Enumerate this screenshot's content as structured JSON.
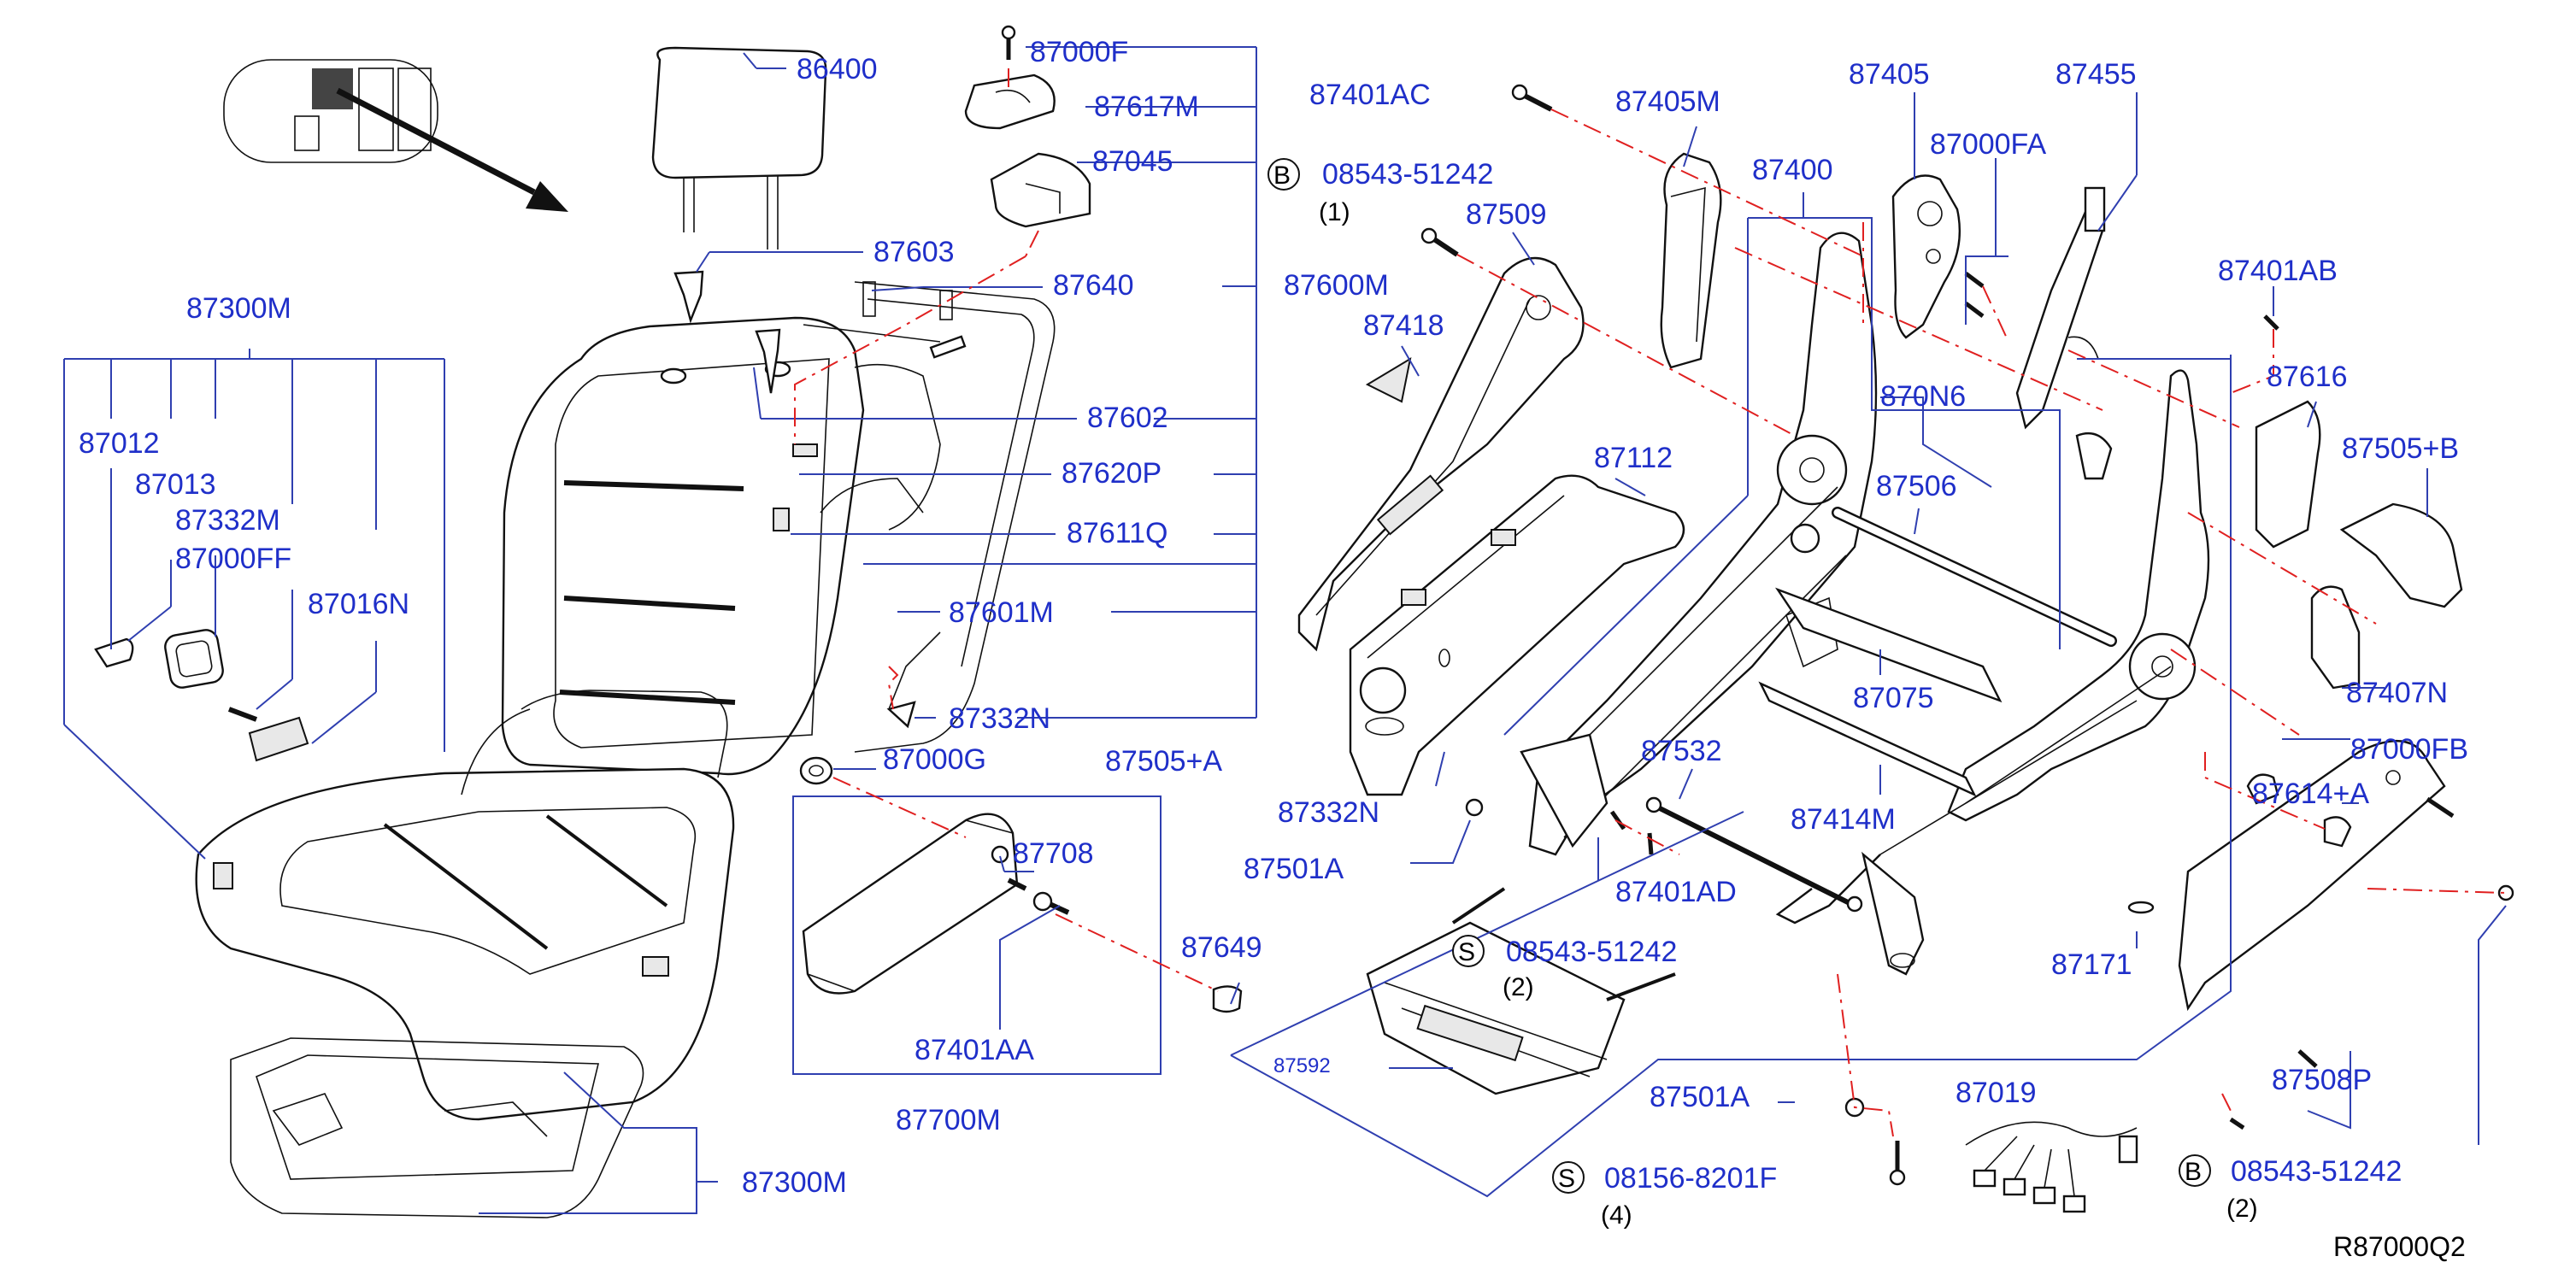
{
  "diagram": {
    "reference_code": "R87000Q2",
    "colors": {
      "label": "#1f2fc9",
      "leader": "#2f3fb0",
      "dashed": "#e02020",
      "outline": "#111111"
    },
    "labels": {
      "p86400": "86400",
      "p87000F": "87000F",
      "p87617M": "87617M",
      "p87045": "87045",
      "p87603": "87603",
      "p87640": "87640",
      "p87600M": "87600M",
      "p87602": "87602",
      "p87620P": "87620P",
      "p87611Q": "87611Q",
      "p87601M": "87601M",
      "p87332N_a": "87332N",
      "p87000G": "87000G",
      "p87505A": "87505+A",
      "p87300M_top": "87300M",
      "p87012": "87012",
      "p87013": "87013",
      "p87332M": "87332M",
      "p87000FF": "87000FF",
      "p87016N": "87016N",
      "p87708": "87708",
      "p87649": "87649",
      "p87401AA": "87401AA",
      "p87700M": "87700M",
      "p87300M_bottom": "87300M",
      "p87401AC": "87401AC",
      "bolt_B1": "08543-51242",
      "p87405M": "87405M",
      "p87509": "87509",
      "p87418": "87418",
      "p87400": "87400",
      "p87405": "87405",
      "p87000FA": "87000FA",
      "p87455": "87455",
      "p87401AB": "87401AB",
      "p870N6": "870N6",
      "p87616": "87616",
      "p87505B": "87505+B",
      "p87112": "87112",
      "p87506": "87506",
      "p87075": "87075",
      "p87407N": "87407N",
      "p87000FB": "87000FB",
      "p87614A": "87614+A",
      "p87332N_b": "87332N",
      "p87501A_a": "87501A",
      "p87532": "87532",
      "p87414M": "87414M",
      "p87401AD": "87401AD",
      "bolt_S1": "08543-51242",
      "p87592": "87592",
      "p87171": "87171",
      "p87501A_b": "87501A",
      "p87019": "87019",
      "bolt_S2": "08156-8201F",
      "p87508P": "87508P",
      "bolt_B2": "08543-51242"
    },
    "quantities": {
      "qty_B1": "(1)",
      "qty_S1": "(2)",
      "qty_S2": "(4)",
      "qty_B2": "(2)"
    },
    "circle_letters": {
      "b1": "B",
      "s1": "S",
      "s2": "S",
      "b2": "B"
    }
  }
}
